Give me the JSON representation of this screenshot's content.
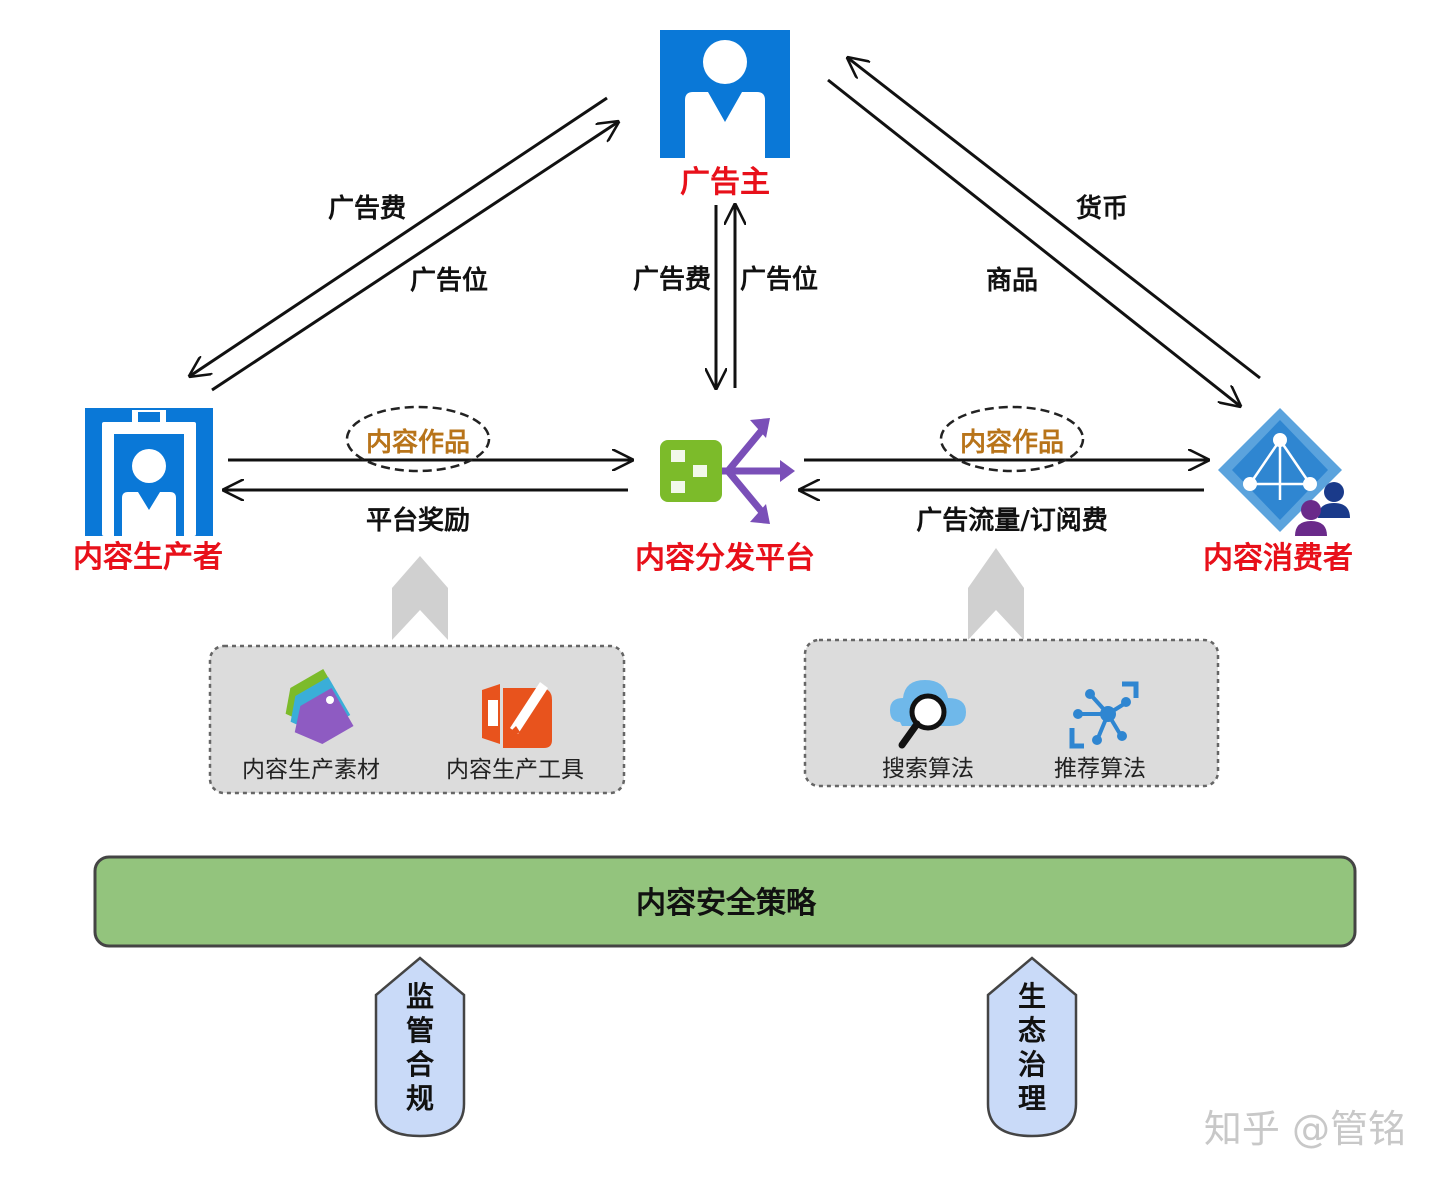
{
  "nodes": {
    "advertiser": "广告主",
    "producer": "内容生产者",
    "platform": "内容分发平台",
    "consumer": "内容消费者"
  },
  "edges": {
    "producer_to_advertiser_fee": "广告费",
    "advertiser_to_producer_slot": "广告位",
    "platform_to_advertiser_fee": "广告费",
    "advertiser_to_platform_slot": "广告位",
    "consumer_to_advertiser_money": "货币",
    "advertiser_to_consumer_goods": "商品",
    "producer_to_platform_works": "内容作品",
    "platform_to_producer_reward": "平台奖励",
    "consumer_to_platform_works": "内容作品",
    "consumer_to_platform_fee": "广告流量/订阅费"
  },
  "producer_tools": {
    "materials": "内容生产素材",
    "tools": "内容生产工具"
  },
  "platform_algorithms": {
    "search": "搜索算法",
    "recommend": "推荐算法"
  },
  "foundation": "内容安全策略",
  "pillars": {
    "compliance": [
      "监",
      "管",
      "合",
      "规"
    ],
    "ecology": [
      "生",
      "态",
      "治",
      "理"
    ]
  },
  "watermark": "知乎 @管铭",
  "colors": {
    "node_label": "#e8101a",
    "edge_label": "#111111",
    "works_label": "#b8741a",
    "icon_blue": "#0a78d7",
    "platform_green": "#7cbb2a",
    "platform_purple": "#7a4fb8",
    "foundation_green": "#93c47d",
    "pillar_blue": "#c9daf8",
    "tool_panel": "#dcdcdc"
  }
}
